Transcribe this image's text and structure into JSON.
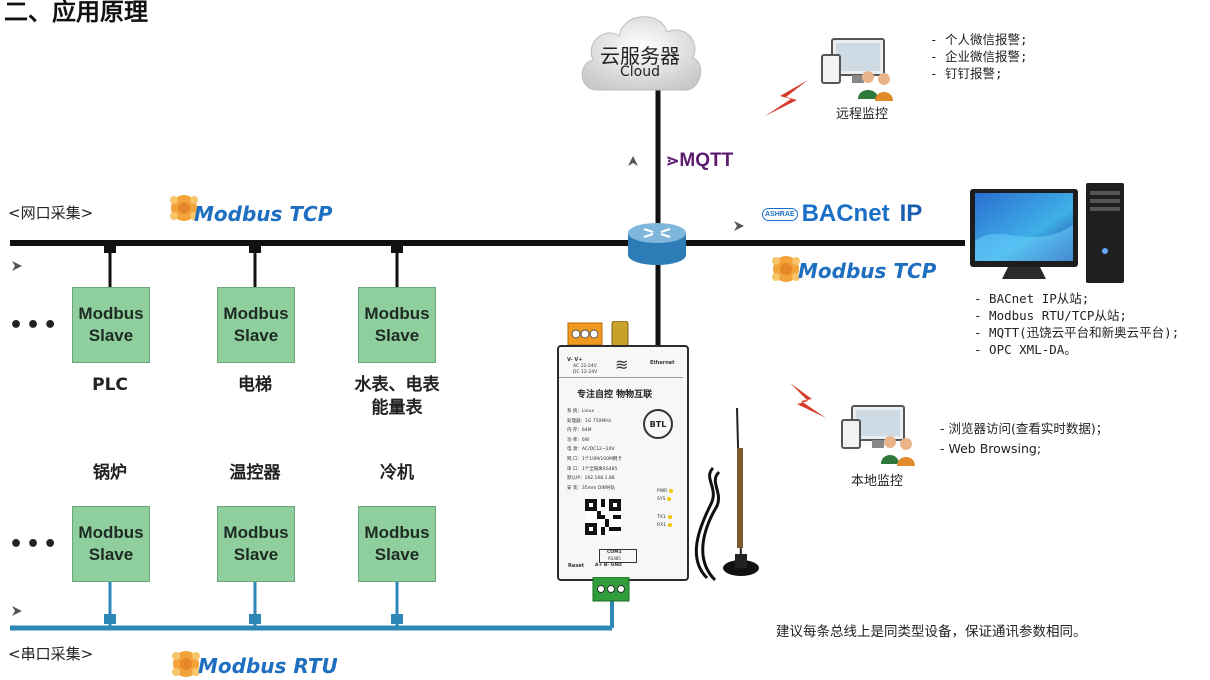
{
  "title": "二、应用原理",
  "cloud": {
    "line1": "云服务器",
    "line2": "Cloud"
  },
  "mqtt": {
    "label": "MQTT"
  },
  "bacnet": {
    "badge": "ASHRAE",
    "name": "BACnet",
    "suffix": "IP"
  },
  "modbus_tcp_top": "Modbus TCP",
  "modbus_tcp_right": "Modbus TCP",
  "modbus_rtu": "Modbus RTU",
  "net_collect": "<网口采集>",
  "serial_collect": "<串口采集>",
  "dots": "•••",
  "slave": {
    "line1": "Modbus",
    "line2": "Slave"
  },
  "top_devices": [
    "PLC",
    "电梯",
    "水表、电表\n能量表"
  ],
  "bottom_devices": [
    "锅炉",
    "温控器",
    "冷机"
  ],
  "remote": {
    "label": "远程监控",
    "items": [
      "- 个人微信报警;",
      "- 企业微信报警;",
      "- 钉钉报警;"
    ]
  },
  "pc_features": [
    "- BACnet IP从站;",
    "- Modbus RTU/TCP从站;",
    "- MQTT(迅饶云平台和新奥云平台);",
    "- OPC XML-DA。"
  ],
  "local": {
    "label": "本地监控",
    "items": [
      "- 浏览器访问(查看实时数据)；",
      "- Web Browsing;"
    ]
  },
  "note": "建议每条总线上是同类型设备，保证通讯参数相同。",
  "gateway": {
    "title": "专注自控 物物互联",
    "power_top": "V-  V+",
    "power_ac": "AC 12-24V",
    "power_dc": "DC 12-24V",
    "ethernet": "Ethernet",
    "btl": "BTL",
    "specs": [
      "系 统：Linux",
      "处理器：1G 750MHz",
      "内 存：64M",
      "功 率：6W",
      "电 源：AC/DC12~24V",
      "网 口：1个10M/100M网卡",
      "串 口：1个全隔离RS485",
      "默认IP：192.168.1.88",
      "安 装：35mm DIN导轨"
    ],
    "leds": [
      "PWR",
      "SYS",
      "TX1",
      "RX1"
    ],
    "com": "COM1",
    "rs485": "RS485",
    "pins": "A+   B-   GND",
    "reset": "Reset"
  },
  "colors": {
    "bus_black": "#111111",
    "bus_blue": "#2d88b8",
    "slave_fill": "#8fcf9e",
    "modbus_blue": "#1e6fc0",
    "mqtt_purple": "#5b1a6e",
    "bacnet_blue": "#1a6fc7",
    "lightning": "#d63a2a"
  },
  "icons": [
    "modbus-logo-icon",
    "router-icon",
    "cloud-icon",
    "lightning-icon",
    "monitor-people-icon",
    "desktop-pc-icon",
    "antenna-icon",
    "terminal-block-icon",
    "qr-code-icon"
  ]
}
